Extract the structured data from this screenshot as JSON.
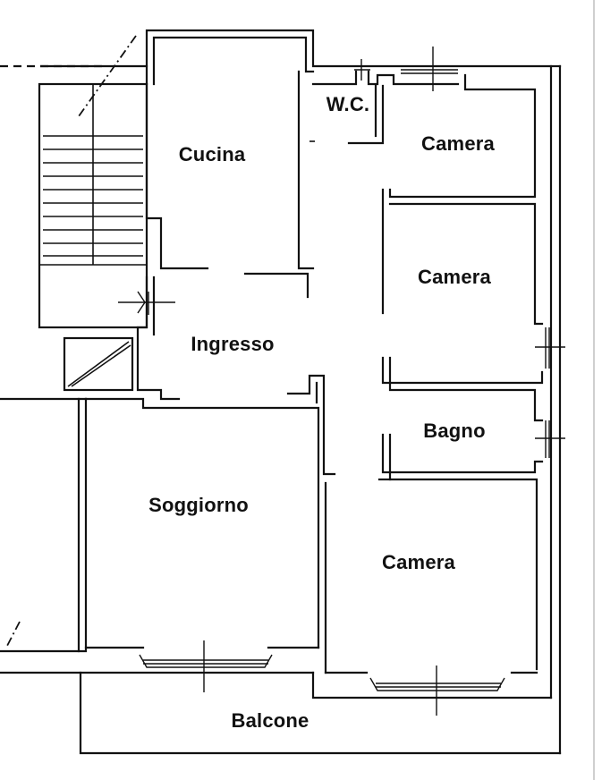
{
  "rooms": {
    "kitchen": "Cucina",
    "wc": "W.C.",
    "bedroom_top": "Camera",
    "bedroom_middle": "Camera",
    "entrance": "Ingresso",
    "bathroom": "Bagno",
    "living_room": "Soggiorno",
    "bedroom_bottom": "Camera",
    "balcony": "Balcone"
  }
}
